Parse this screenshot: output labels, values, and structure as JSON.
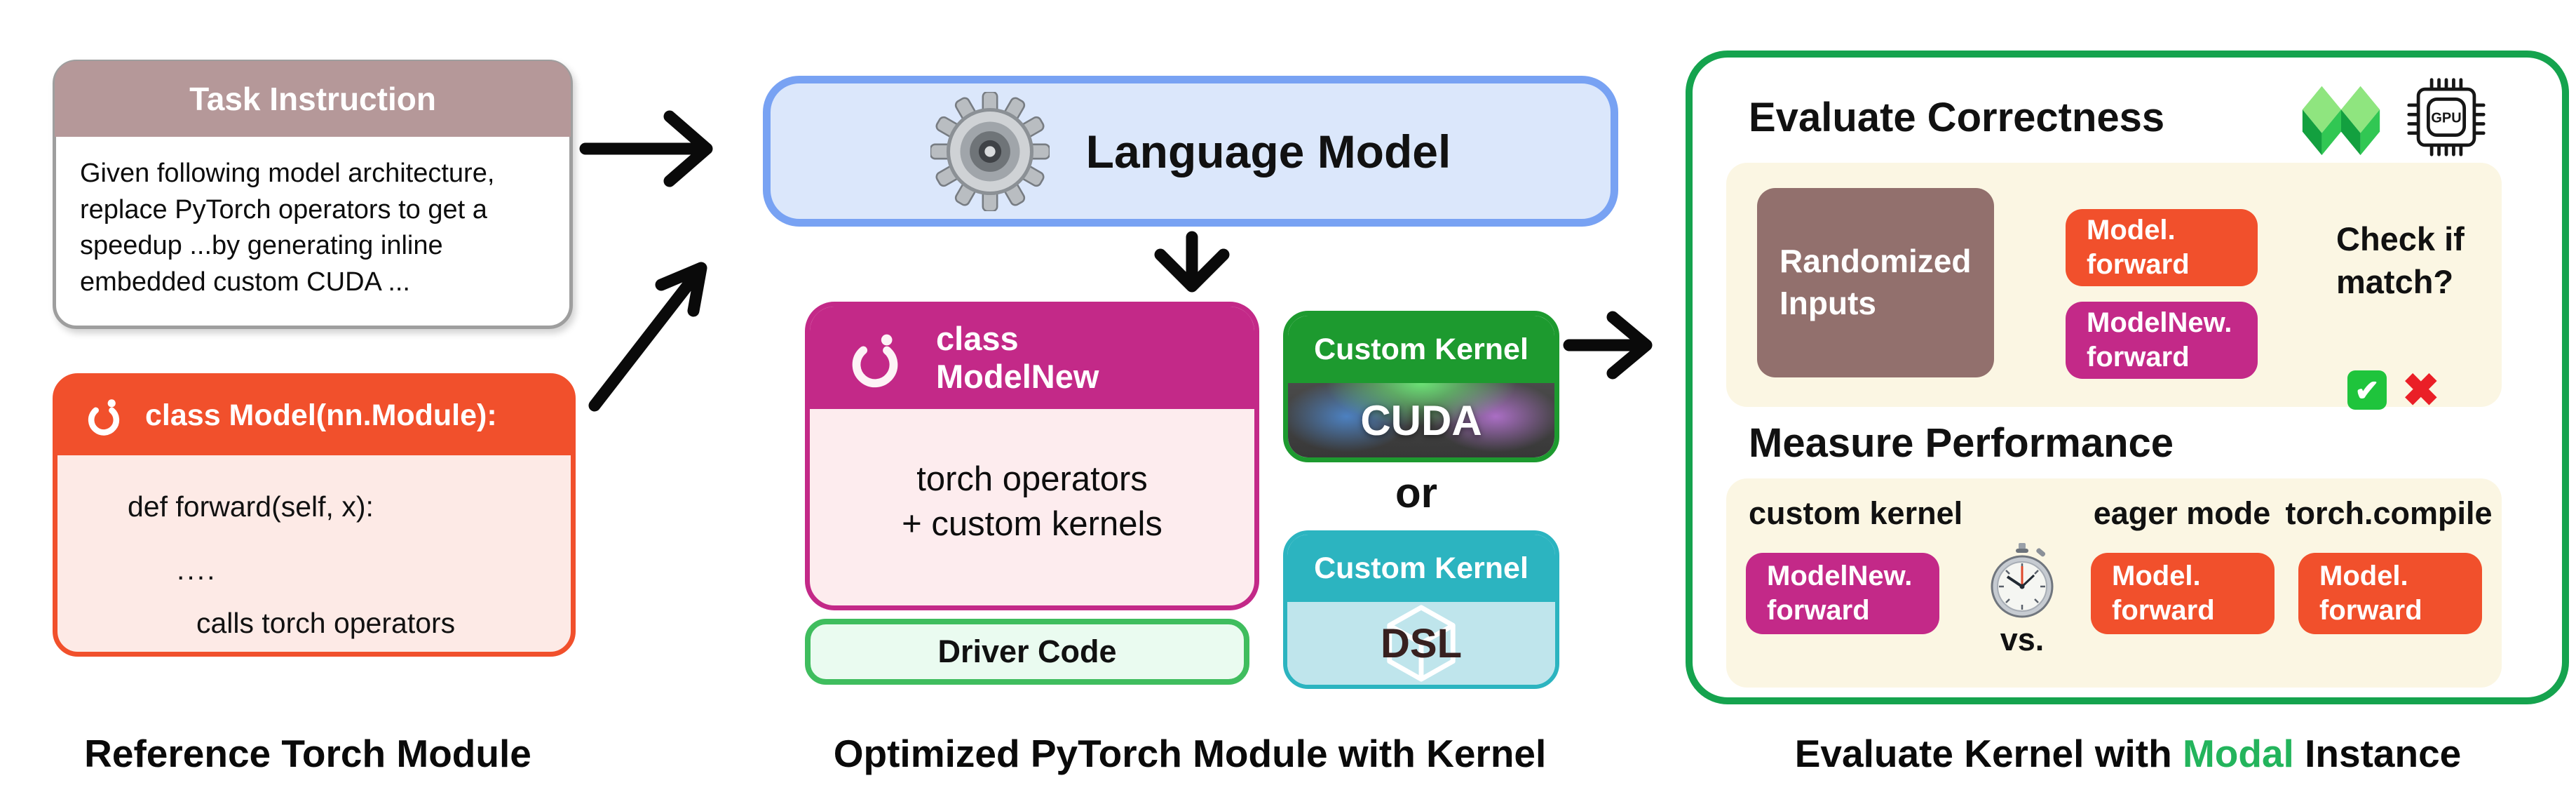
{
  "colors": {
    "pytorch_orange": "#f1502c",
    "magenta": "#c32988",
    "mauve_header": "#b59899",
    "blue_fill": "#dbe7fb",
    "blue_border": "#78a2f3",
    "cuda_green": "#1d9a2f",
    "driver_green_border": "#3fbd5e",
    "panel_green_border": "#15a34e",
    "teal": "#2cb4c0",
    "cream": "#fbf6e3",
    "brown": "#92706d",
    "modal_green": "#23b45c",
    "check_green": "#1fc43c",
    "cross_red": "#ea1f27",
    "arrow_black": "#0a0a0a",
    "arrow_gray": "#6d6d6d"
  },
  "left": {
    "task_box": {
      "title": "Task Instruction",
      "body": "Given following model architecture, replace PyTorch operators to get a speedup ...by generating inline embedded custom CUDA ..."
    },
    "model_box": {
      "title": "class Model(nn.Module):",
      "code_line1": "def forward(self, x):",
      "code_line2": "....",
      "code_line3": "calls torch operators"
    },
    "caption": "Reference Torch Module"
  },
  "middle": {
    "language_model_label": "Language Model",
    "modelnew_box": {
      "title": "class\nModelNew",
      "body": "torch operators\n+ custom kernels"
    },
    "driver_code_label": "Driver Code",
    "cuda_box": {
      "header": "Custom Kernel",
      "label": "CUDA"
    },
    "or_label": "or",
    "dsl_box": {
      "header": "Custom Kernel",
      "label": "DSL"
    },
    "caption": "Optimized PyTorch Module with Kernel"
  },
  "right": {
    "correctness": {
      "heading": "Evaluate Correctness",
      "gpu_icon_label": "GPU",
      "randomized_inputs": "Randomized\nInputs",
      "model_forward": "Model.\nforward",
      "modelnew_forward": "ModelNew.\nforward",
      "check_question": "Check if\nmatch?",
      "check_mark": "✔",
      "cross_mark": "✖"
    },
    "performance": {
      "heading": "Measure Performance",
      "col1_label": "custom kernel",
      "col2_label": "eager mode",
      "col3_label": "torch.compile",
      "modelnew_forward": "ModelNew.\nforward",
      "vs_label": "vs.",
      "model_forward_eager": "Model.\nforward",
      "model_forward_compile": "Model.\nforward"
    },
    "caption": {
      "prefix": "Evaluate Kernel with ",
      "highlight": "Modal",
      "suffix": " Instance"
    }
  }
}
